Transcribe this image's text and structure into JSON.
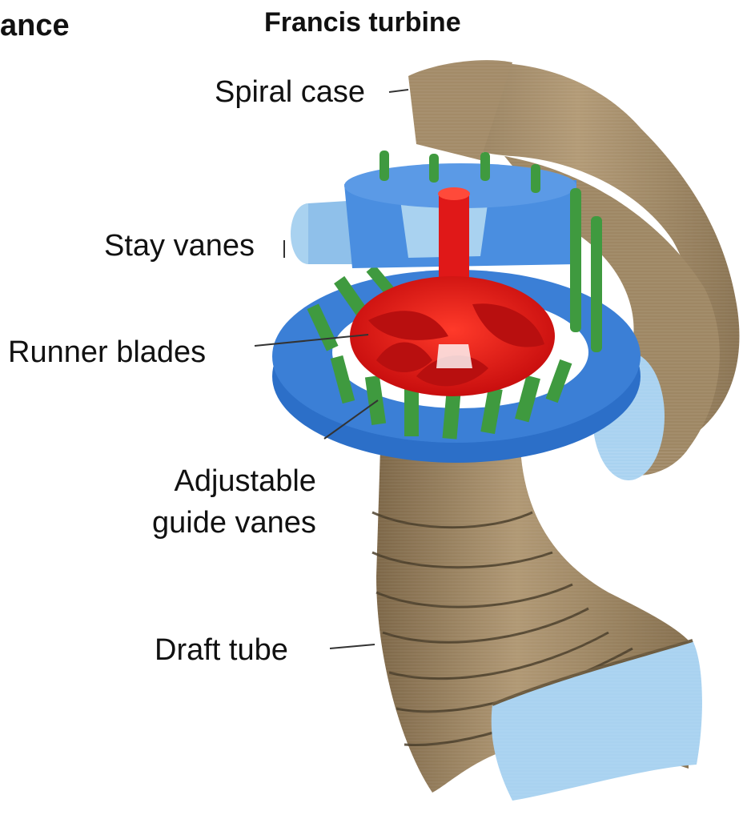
{
  "header": {
    "fragment": "ance",
    "title": "Francis turbine"
  },
  "labels": {
    "spiral_case": "Spiral case",
    "stay_vanes": "Stay vanes",
    "runner_blades": "Runner blades",
    "guide_vanes_line1": "Adjustable",
    "guide_vanes_line2": "guide vanes",
    "draft_tube": "Draft tube"
  },
  "colors": {
    "casing": "#a08a68",
    "casing_dark": "#7a6448",
    "rings": "#2c6fc8",
    "rings_light": "#4a8ee0",
    "opening": "#a9d2f0",
    "guide_vanes": "#3f9a3f",
    "runner": "#e01818",
    "runner_dark": "#a00c0c"
  }
}
